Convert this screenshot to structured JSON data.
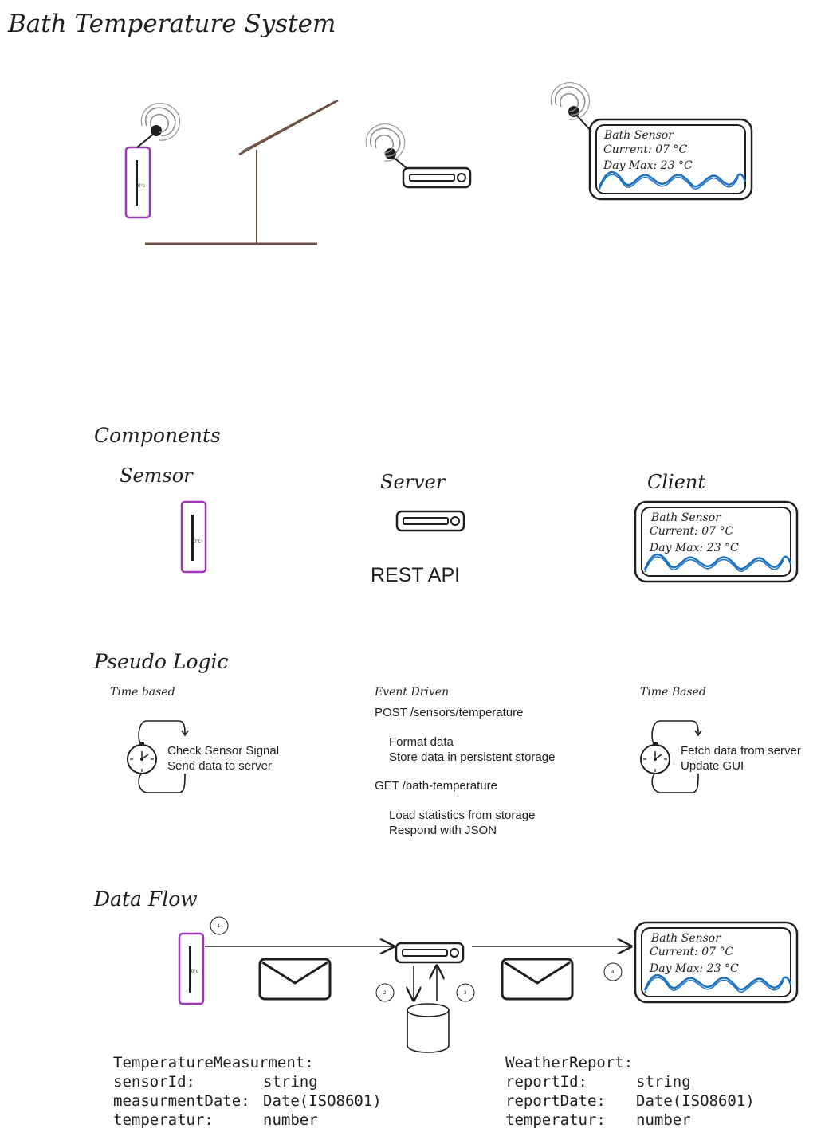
{
  "title": "Bath Temperature System",
  "sensor_label": "0°c",
  "client_screen": {
    "line1": "Bath Sensor",
    "line2": "Current: 07 °C",
    "line3": "Day Max: 23 °C"
  },
  "components": {
    "heading": "Components",
    "sensor": "Semsor",
    "server": "Server",
    "client": "Client",
    "rest_api": "REST API"
  },
  "pseudo_logic": {
    "heading": "Pseudo Logic",
    "sensor_mode": "Time based",
    "sensor_steps": [
      "Check Sensor Signal",
      "Send data to server"
    ],
    "server_mode": "Event Driven",
    "server_post": "POST /sensors/temperature",
    "server_post_steps": [
      "Format data",
      "Store data in persistent storage"
    ],
    "server_get": "GET /bath-temperature",
    "server_get_steps": [
      "Load statistics from storage",
      "Respond with JSON"
    ],
    "client_mode": "Time Based",
    "client_steps": [
      "Fetch data from server",
      "Update GUI"
    ]
  },
  "data_flow": {
    "heading": "Data Flow",
    "step_badges": [
      "1",
      "2",
      "3",
      "4"
    ],
    "measurement_model": {
      "name": "TemperatureMeasurment:",
      "fields": [
        {
          "key": "sensorId:",
          "type": "string"
        },
        {
          "key": "measurmentDate:",
          "type": "Date(ISO8601)"
        },
        {
          "key": "temperatur:",
          "type": "number"
        }
      ]
    },
    "report_model": {
      "name": "WeatherReport:",
      "fields": [
        {
          "key": "reportId:",
          "type": "string"
        },
        {
          "key": "reportDate:",
          "type": "Date(ISO8601)"
        },
        {
          "key": "temperatur:",
          "type": "number"
        }
      ]
    }
  },
  "colors": {
    "ink": "#1e1e1e",
    "sensor_border": "#9c36b5",
    "wave": "#1971c2",
    "frame": "#6b4f44",
    "signal": "#888888"
  }
}
